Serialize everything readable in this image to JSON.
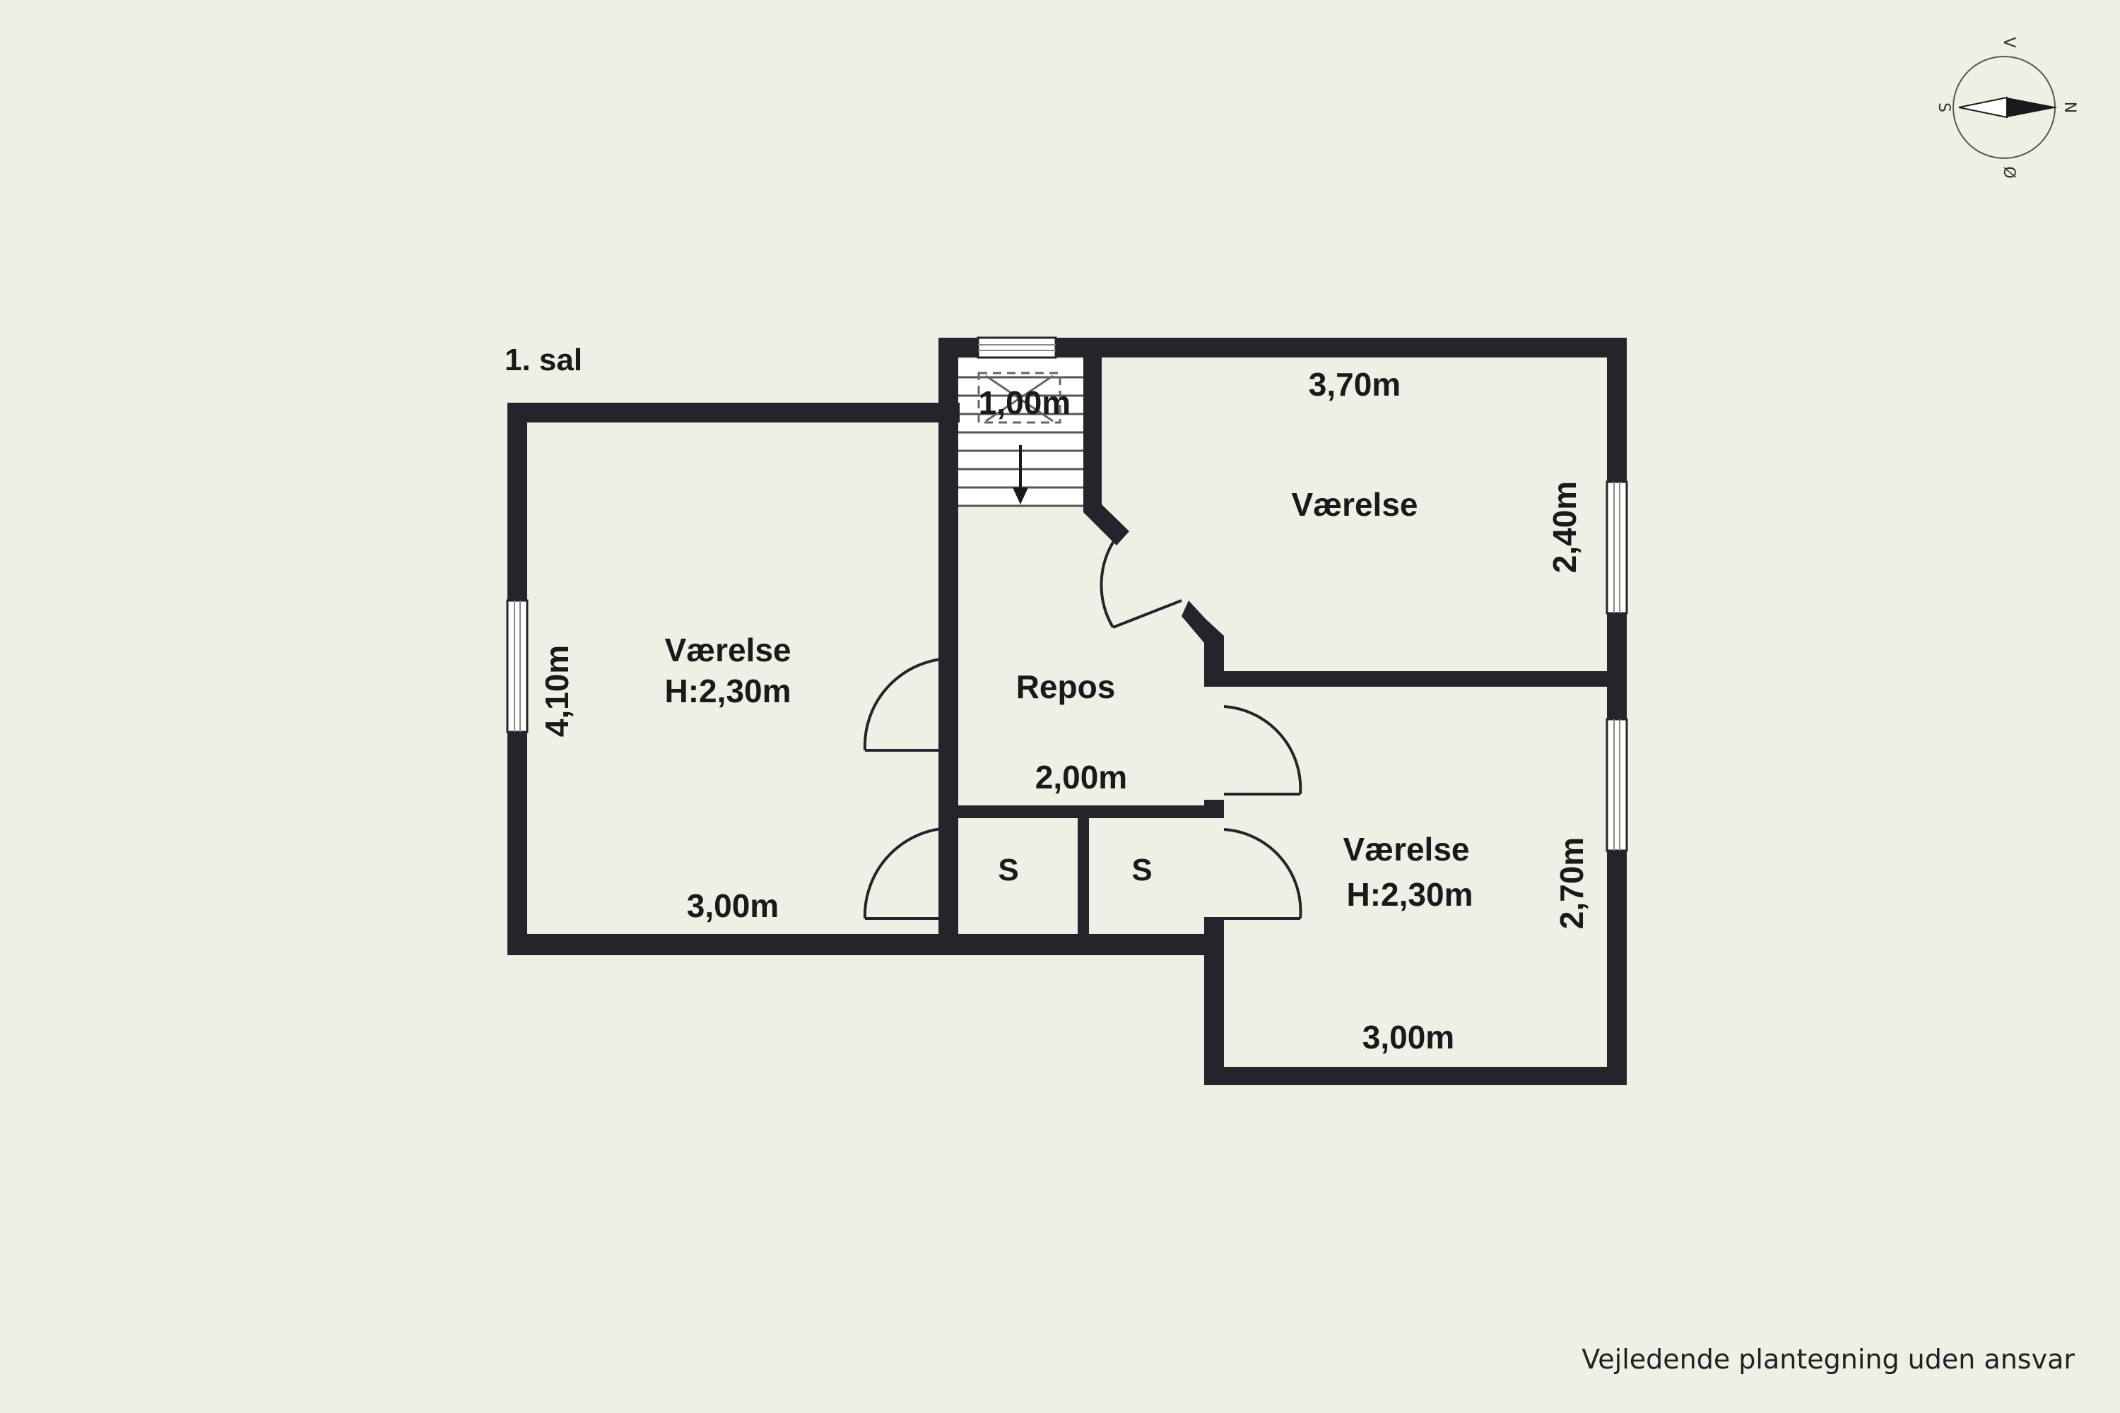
{
  "floor_label": "1. sal",
  "rooms": {
    "left": {
      "name": "Værelse",
      "height": "H:2,30m",
      "width_dim": "3,00m",
      "depth_dim": "4,10m"
    },
    "top_right": {
      "name": "Værelse",
      "width_dim": "3,70m",
      "depth_dim": "2,40m"
    },
    "bottom_right": {
      "name": "Værelse",
      "height": "H:2,30m",
      "width_dim": "3,00m",
      "depth_dim": "2,70m"
    },
    "landing": {
      "name": "Repos",
      "width_dim": "2,00m"
    },
    "stair": {
      "width_dim": "1,00m"
    },
    "closet_left": {
      "name": "S"
    },
    "closet_right": {
      "name": "S"
    }
  },
  "compass": {
    "north": "N",
    "south": "S",
    "east": "Ø",
    "west": "V"
  },
  "disclaimer": "Vejledende plantegning uden ansvar",
  "colors": {
    "background": "#f0efe6",
    "wall": "#27232a",
    "window": "#ffffff"
  }
}
